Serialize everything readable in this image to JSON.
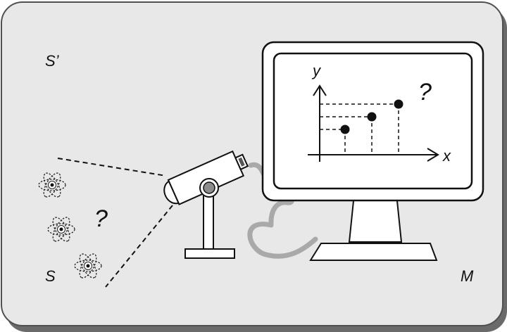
{
  "labels": {
    "s_prime": "S’",
    "s": "S",
    "m": "M",
    "question_left": "?",
    "question_screen": "?",
    "x_axis": "x",
    "y_axis": "y"
  },
  "colors": {
    "panel_fill": "#e8e8e8",
    "panel_stroke": "#505050",
    "line": "#111111",
    "cable": "#a9a9a9",
    "screen_fill": "#ffffff",
    "lens_fill": "#8c8c8c"
  },
  "screen_plot_points": [
    {
      "x": 1,
      "y": 1
    },
    {
      "x": 2,
      "y": 2
    },
    {
      "x": 3,
      "y": 3
    }
  ],
  "atoms": 3
}
